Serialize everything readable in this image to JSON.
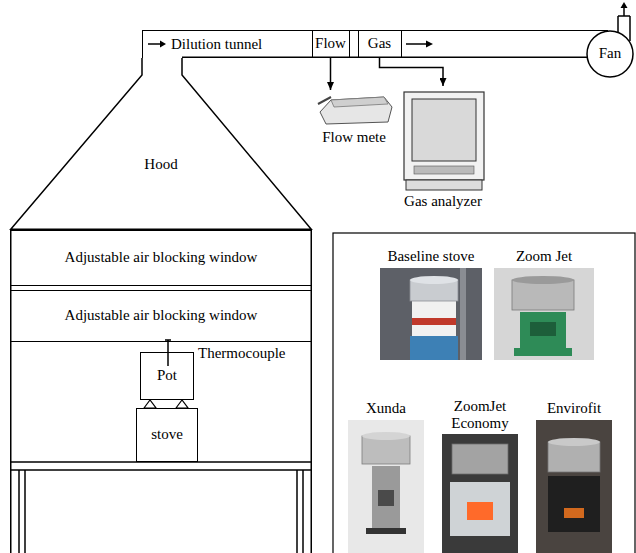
{
  "diagram": {
    "nodes": [
      {
        "text": [
          "Hood"
        ]
      },
      {
        "text": [
          "Dilution tunnel"
        ]
      },
      {
        "text": [
          "Flow"
        ],
        "in": 1
      },
      {
        "text": [
          "Gas"
        ],
        "in": 1
      },
      {
        "text": [
          "Fan"
        ]
      },
      {
        "text": [
          "Flow mete"
        ]
      },
      {
        "text": [
          "Gas analyzer"
        ]
      },
      {
        "text": [
          "Adjustable air blocking window"
        ]
      },
      {
        "text": [
          "Adjustable air blocking window"
        ]
      },
      {
        "text": [
          "Pot"
        ]
      },
      {
        "text": [
          "stove"
        ]
      },
      {
        "text": [
          "Baseline stove"
        ]
      },
      {
        "text": [
          "Zoom Jet"
        ]
      },
      {
        "text": [
          "Xunda"
        ]
      },
      {
        "text": [
          "ZoomJet Economy"
        ]
      },
      {
        "text": [
          "Envirofit"
        ]
      }
    ],
    "edges": [
      {
        "from": 2,
        "to": 5,
        "arrow": "to"
      },
      {
        "from": 3,
        "to": 6,
        "arrow": "to"
      }
    ],
    "labels": [
      "Thermocouple"
    ]
  }
}
